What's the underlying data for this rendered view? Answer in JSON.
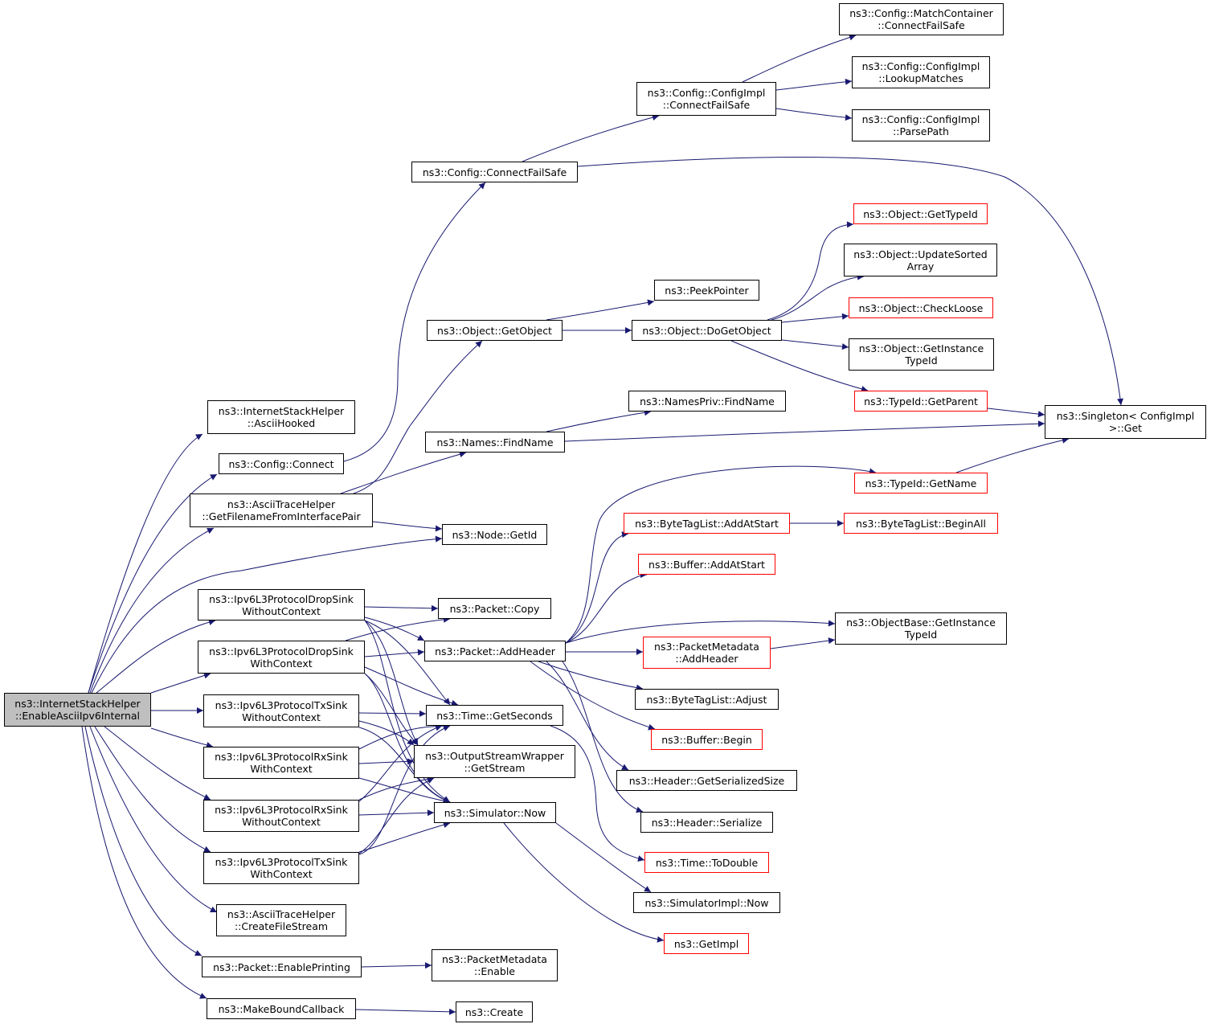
{
  "colors": {
    "edge": "#191970",
    "node_border": "#000000",
    "external_border": "#ff0000",
    "root_fill": "#bfbfbf",
    "background": "#ffffff"
  },
  "nodes": {
    "root": {
      "lines": [
        "ns3::InternetStackHelper",
        "::EnableAsciiIpv6Internal"
      ]
    },
    "ascii_hooked": {
      "lines": [
        "ns3::InternetStackHelper",
        "::AsciiHooked"
      ]
    },
    "config_connect": {
      "lines": [
        "ns3::Config::Connect"
      ]
    },
    "get_filename": {
      "lines": [
        "ns3::AsciiTraceHelper",
        "::GetFilenameFromInterfacePair"
      ]
    },
    "drop_wo": {
      "lines": [
        "ns3::Ipv6L3ProtocolDropSink",
        "WithoutContext"
      ]
    },
    "drop_w": {
      "lines": [
        "ns3::Ipv6L3ProtocolDropSink",
        "WithContext"
      ]
    },
    "tx_wo": {
      "lines": [
        "ns3::Ipv6L3ProtocolTxSink",
        "WithoutContext"
      ]
    },
    "rx_w": {
      "lines": [
        "ns3::Ipv6L3ProtocolRxSink",
        "WithContext"
      ]
    },
    "rx_wo": {
      "lines": [
        "ns3::Ipv6L3ProtocolRxSink",
        "WithoutContext"
      ]
    },
    "tx_w": {
      "lines": [
        "ns3::Ipv6L3ProtocolTxSink",
        "WithContext"
      ]
    },
    "create_file": {
      "lines": [
        "ns3::AsciiTraceHelper",
        "::CreateFileStream"
      ]
    },
    "enable_printing": {
      "lines": [
        "ns3::Packet::EnablePrinting"
      ]
    },
    "make_bound": {
      "lines": [
        "ns3::MakeBoundCallback"
      ]
    },
    "connect_fail_safe": {
      "lines": [
        "ns3::Config::ConnectFailSafe"
      ]
    },
    "get_object": {
      "lines": [
        "ns3::Object::GetObject"
      ]
    },
    "names_find": {
      "lines": [
        "ns3::Names::FindName"
      ]
    },
    "node_getid": {
      "lines": [
        "ns3::Node::GetId"
      ]
    },
    "packet_copy": {
      "lines": [
        "ns3::Packet::Copy"
      ]
    },
    "add_header": {
      "lines": [
        "ns3::Packet::AddHeader"
      ]
    },
    "get_seconds": {
      "lines": [
        "ns3::Time::GetSeconds"
      ]
    },
    "get_stream": {
      "lines": [
        "ns3::OutputStreamWrapper",
        "::GetStream"
      ]
    },
    "sim_now": {
      "lines": [
        "ns3::Simulator::Now"
      ]
    },
    "pm_enable": {
      "lines": [
        "ns3::PacketMetadata",
        "::Enable"
      ]
    },
    "create": {
      "lines": [
        "ns3::Create"
      ]
    },
    "impl_connect_fs": {
      "lines": [
        "ns3::Config::ConfigImpl",
        "::ConnectFailSafe"
      ]
    },
    "peek_pointer": {
      "lines": [
        "ns3::PeekPointer"
      ]
    },
    "do_get_object": {
      "lines": [
        "ns3::Object::DoGetObject"
      ]
    },
    "names_priv_find": {
      "lines": [
        "ns3::NamesPriv::FindName"
      ]
    },
    "typeid_getname": {
      "lines": [
        "ns3::TypeId::GetName"
      ]
    },
    "btl_add_at_start": {
      "lines": [
        "ns3::ByteTagList::AddAtStart"
      ]
    },
    "buffer_add_at_start": {
      "lines": [
        "ns3::Buffer::AddAtStart"
      ]
    },
    "pm_add_header": {
      "lines": [
        "ns3::PacketMetadata",
        "::AddHeader"
      ]
    },
    "btl_adjust": {
      "lines": [
        "ns3::ByteTagList::Adjust"
      ]
    },
    "buffer_begin": {
      "lines": [
        "ns3::Buffer::Begin"
      ]
    },
    "header_ser_size": {
      "lines": [
        "ns3::Header::GetSerializedSize"
      ]
    },
    "header_serialize": {
      "lines": [
        "ns3::Header::Serialize"
      ]
    },
    "time_todouble": {
      "lines": [
        "ns3::Time::ToDouble"
      ]
    },
    "simimpl_now": {
      "lines": [
        "ns3::SimulatorImpl::Now"
      ]
    },
    "get_impl": {
      "lines": [
        "ns3::GetImpl"
      ]
    },
    "match_container": {
      "lines": [
        "ns3::Config::MatchContainer",
        "::ConnectFailSafe"
      ]
    },
    "lookup_matches": {
      "lines": [
        "ns3::Config::ConfigImpl",
        "::LookupMatches"
      ]
    },
    "parse_path": {
      "lines": [
        "ns3::Config::ConfigImpl",
        "::ParsePath"
      ]
    },
    "obj_get_typeid": {
      "lines": [
        "ns3::Object::GetTypeId"
      ]
    },
    "update_sorted": {
      "lines": [
        "ns3::Object::UpdateSorted",
        "Array"
      ]
    },
    "check_loose": {
      "lines": [
        "ns3::Object::CheckLoose"
      ]
    },
    "get_instance_typeid": {
      "lines": [
        "ns3::Object::GetInstance",
        "TypeId"
      ]
    },
    "typeid_getparent": {
      "lines": [
        "ns3::TypeId::GetParent"
      ]
    },
    "singleton_get": {
      "lines": [
        "ns3::Singleton< ConfigImpl",
        ">::Get"
      ]
    },
    "btl_begin_all": {
      "lines": [
        "ns3::ByteTagList::BeginAll"
      ]
    },
    "objbase_get_instance": {
      "lines": [
        "ns3::ObjectBase::GetInstance",
        "TypeId"
      ]
    }
  }
}
